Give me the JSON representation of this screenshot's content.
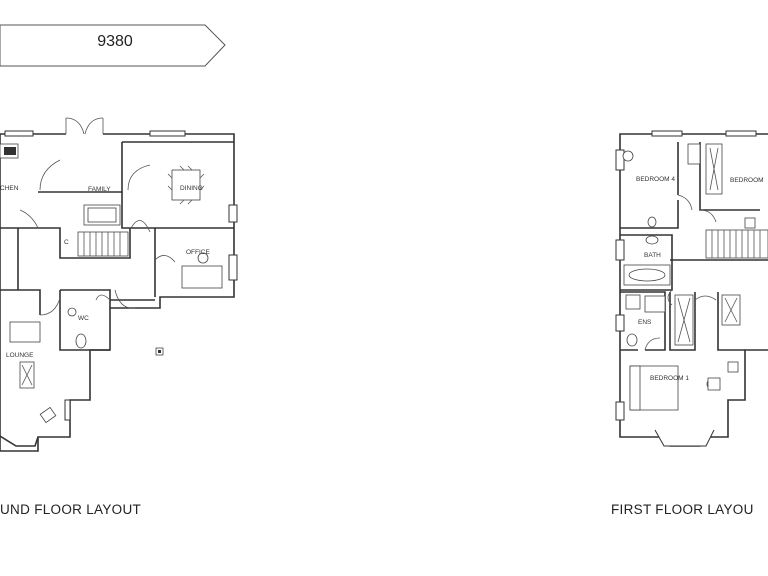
{
  "drawing_code": "9380",
  "ground_floor": {
    "caption": "UND FLOOR LAYOUT",
    "rooms": {
      "kitchen": "CHEN",
      "family": "FAMILY",
      "dining": "DINING",
      "cupboard": "C",
      "office": "OFFICE",
      "wc": "WC",
      "lounge": "LOUNGE"
    }
  },
  "first_floor": {
    "caption": "FIRST FLOOR LAYOU",
    "rooms": {
      "bedroom4": "BEDROOM 4",
      "bedroom_right": "BEDROOM",
      "bath": "BATH",
      "ens": "ENS",
      "bedroom1": "BEDROOM 1"
    }
  }
}
